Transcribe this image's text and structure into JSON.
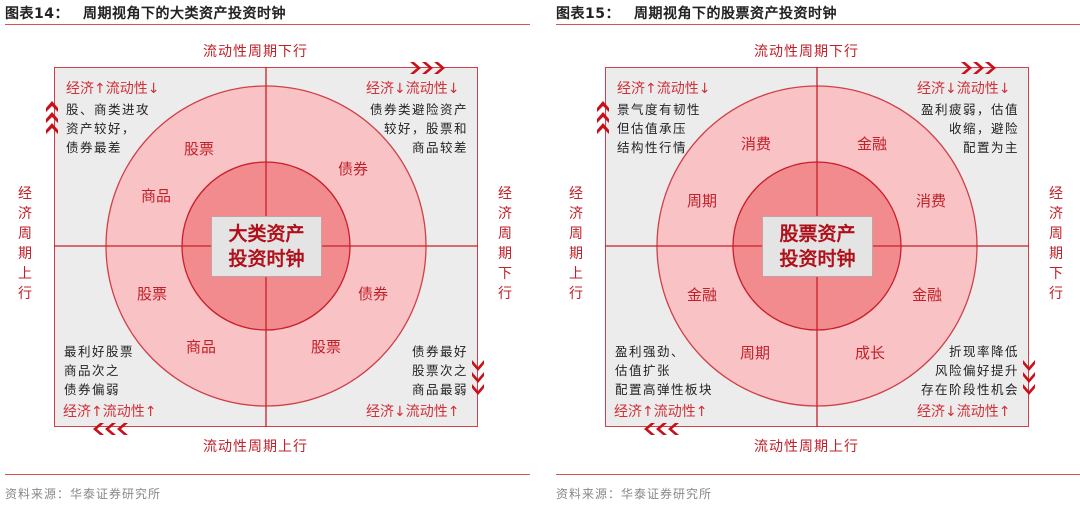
{
  "colors": {
    "accent": "#c0202a",
    "box_bg": "#ececec",
    "outer_ring": "#f9c3c5",
    "inner_circle": "#f28b8e",
    "center_box": "#e4e4e4",
    "rule": "#d9534f"
  },
  "figures": [
    {
      "number": "图表14：",
      "title": "周期视角下的大类资产投资时钟",
      "axis_top": "流动性周期下行",
      "axis_bottom": "流动性周期上行",
      "axis_left": [
        "经",
        "济",
        "周",
        "期",
        "上",
        "行"
      ],
      "axis_right": [
        "经",
        "济",
        "周",
        "期",
        "下",
        "行"
      ],
      "center_label": [
        "大类资产",
        "投资时钟"
      ],
      "quadrants": {
        "top_left": {
          "condition": "经济↑流动性↓",
          "desc": [
            "股、商类进攻",
            "资产较好，",
            "债券最差"
          ]
        },
        "top_right": {
          "condition": "经济↓流动性↓",
          "desc": [
            "债券类避险资产",
            "较好，股票和",
            "商品较差"
          ]
        },
        "bottom_left": {
          "condition": "经济↑流动性↑",
          "desc": [
            "最利好股票",
            "商品次之",
            "债券偏弱"
          ]
        },
        "bottom_right": {
          "condition": "经济↓流动性↑",
          "desc": [
            "债券最好",
            "股票次之",
            "商品最弱"
          ]
        }
      },
      "ring_segments": {
        "tl_upper": "股票",
        "tl_lower": "商品",
        "tr_upper": "债券",
        "bl_upper": "股票",
        "bl_lower": "商品",
        "br_upper": "债券",
        "br_lower": "股票"
      },
      "source": "资料来源：华泰证券研究所"
    },
    {
      "number": "图表15：",
      "title": "周期视角下的股票资产投资时钟",
      "axis_top": "流动性周期下行",
      "axis_bottom": "流动性周期上行",
      "axis_left": [
        "经",
        "济",
        "周",
        "期",
        "上",
        "行"
      ],
      "axis_right": [
        "经",
        "济",
        "周",
        "期",
        "下",
        "行"
      ],
      "center_label": [
        "股票资产",
        "投资时钟"
      ],
      "quadrants": {
        "top_left": {
          "condition": "经济↑流动性↓",
          "desc": [
            "景气度有韧性",
            "但估值承压",
            "结构性行情"
          ]
        },
        "top_right": {
          "condition": "经济↓流动性↓",
          "desc": [
            "盈利疲弱，估值",
            "收缩，避险",
            "配置为主"
          ]
        },
        "bottom_left": {
          "condition": "经济↑流动性↑",
          "desc": [
            "盈利强劲、",
            "估值扩张",
            "配置高弹性板块"
          ]
        },
        "bottom_right": {
          "condition": "经济↓流动性↑",
          "desc": [
            "折现率降低",
            "风险偏好提升",
            "存在阶段性机会"
          ]
        }
      },
      "ring_segments": {
        "tl_upper": "消费",
        "tl_lower": "周期",
        "tr_upper": "金融",
        "tr_lower": "消费",
        "bl_upper": "金融",
        "bl_lower": "周期",
        "br_upper": "金融",
        "br_lower": "成长"
      },
      "source": "资料来源：华泰证券研究所"
    }
  ],
  "icons": {
    "chevrons_up": "︽",
    "chevrons_right": "❯❯❯",
    "chevrons_down": "︾",
    "chevrons_left": "❮❮❮"
  }
}
